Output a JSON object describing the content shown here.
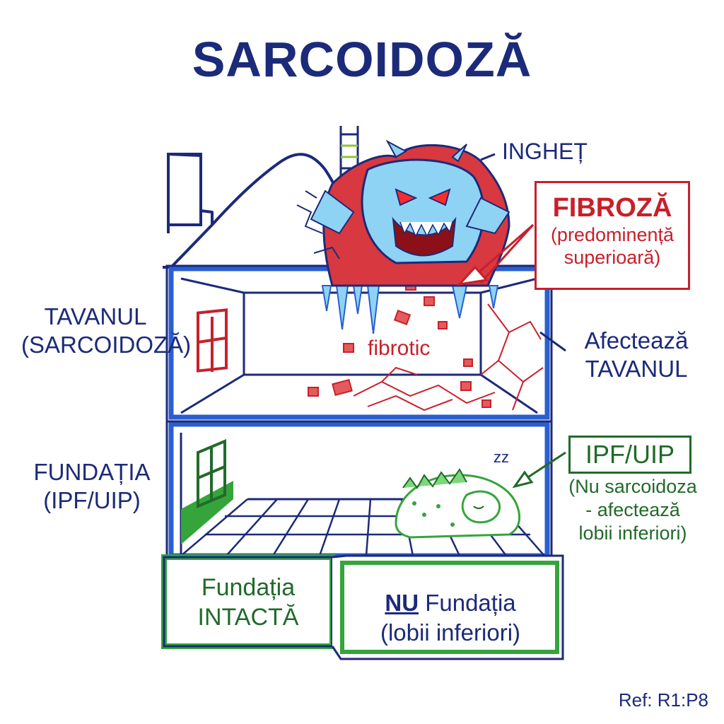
{
  "title": "SARCOIDOZĂ",
  "labels": {
    "inghet": "INGHEȚ",
    "fibroza_box": {
      "title": "FIBROZĂ",
      "line1": "(predominență",
      "line2": "superioară)"
    },
    "tavanul": {
      "line1": "TAVANUL",
      "line2": "(SARCOIDOZĂ)"
    },
    "fibrotic": "fibrotic",
    "afecteaza": {
      "line1": "Afectează",
      "line2": "TAVANUL"
    },
    "fundatia": {
      "line1": "FUNDAȚIA",
      "line2": "(IPF/UIP)"
    },
    "zzz": "zz",
    "ipf_box": {
      "title": "IPF/UIP",
      "line1": "(Nu sarcoidoza",
      "line2": "- afectează",
      "line3": "lobii inferiori)"
    },
    "foundation_left": {
      "line1": "Fundația",
      "line2": "INTACTĂ"
    },
    "foundation_right": {
      "prefix": "NU",
      "word": "Fundația",
      "line2": "(lobii inferiori)"
    }
  },
  "reference": "Ref: R1:P8",
  "colors": {
    "navy": "#1c2a7a",
    "house_blue": "#2a5fd0",
    "red": "#c8202b",
    "green": "#35a53b",
    "dark_green": "#226a2a",
    "ice": "#8fd3f4"
  },
  "icons": [
    "ice-monster-icon",
    "sleeping-dragon-icon",
    "window-icon",
    "ladder-icon",
    "chimney-icon"
  ]
}
